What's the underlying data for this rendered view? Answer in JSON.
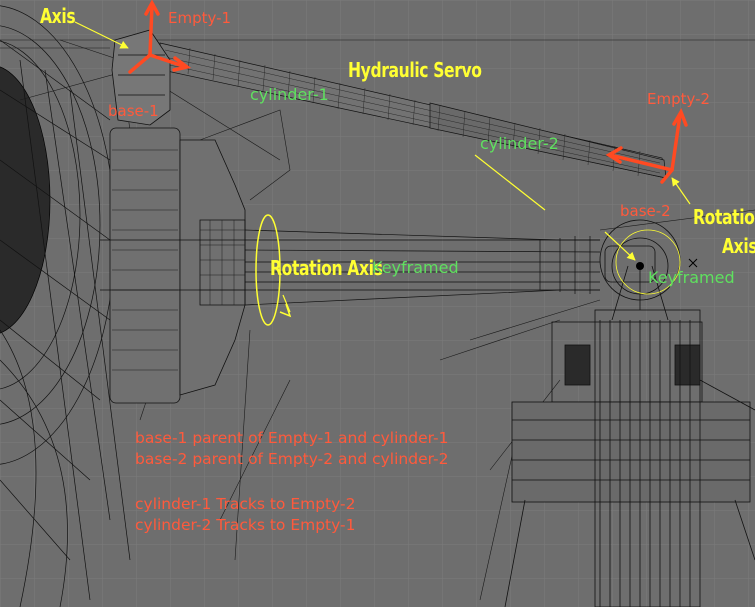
{
  "colors": {
    "background": "#6e6e6e",
    "grid": "#7a7a7a",
    "wire": "#111111",
    "annotation_yellow": "#ffff33",
    "annotation_red": "#ff5a3c",
    "annotation_green": "#5fe05f",
    "axis_red": "#ff4a22"
  },
  "labels": {
    "axis_left": "Axis",
    "empty_1": "Empty-1",
    "hydraulic_servo": "Hydraulic Servo",
    "cylinder_1": "cylinder-1",
    "base_1": "base-1",
    "empty_2": "Empty-2",
    "cylinder_2": "cylinder-2",
    "base_2": "base-2",
    "rotation_axis_right_1": "Rotation",
    "rotation_axis_right_2": "Axis",
    "rotation_axis_mid": "Rotation Axis",
    "keyframed_mid": "Keyframed",
    "keyframed_right": "Keyframed"
  },
  "notes": {
    "parent_1": "base-1 parent of Empty-1 and cylinder-1",
    "parent_2": "base-2 parent of Empty-2 and cylinder-2",
    "track_1": "cylinder-1 Tracks to Empty-2",
    "track_2": "cylinder-2 Tracks to Empty-1"
  },
  "icons": {
    "cursor": "crosshair-x-icon"
  }
}
